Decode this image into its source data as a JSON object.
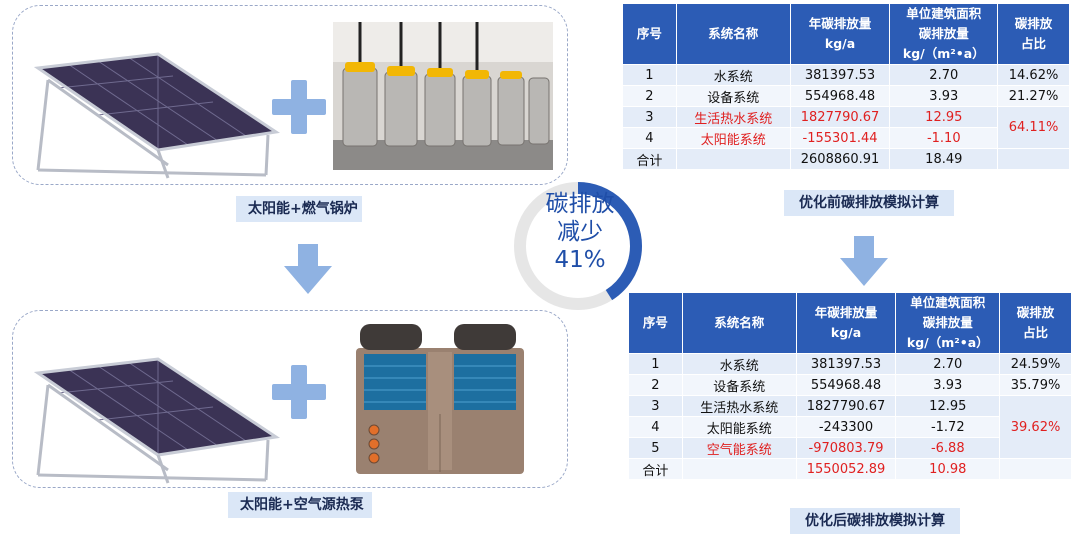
{
  "top_left": {
    "caption": "太阳能+燃气锅炉",
    "photo_left": "solar-panel-array",
    "photo_right": "gas-boiler-room"
  },
  "bottom_left": {
    "caption": "太阳能+空气源热泵",
    "photo_left": "solar-panel-array",
    "photo_right": "air-source-heat-pump"
  },
  "center_badge": {
    "line1": "碳排放",
    "line2": "减少",
    "line3": "41%",
    "reduction_percent": 41,
    "accent_color": "#2c5cb5"
  },
  "colors": {
    "header_blue": "#2c5cb5",
    "row_light": "#e4ecf8",
    "highlight_red": "#e02020",
    "caption_bg": "#dbe7f7",
    "arrow_blue": "#8fb2e2"
  },
  "table_before": {
    "caption": "优化前碳排放模拟计算",
    "headers": {
      "seq": "序号",
      "name": "系统名称",
      "annual_1": "年碳排放量",
      "annual_2": "kg/a",
      "unit_1": "单位建筑面积",
      "unit_2": "碳排放量",
      "unit_3": "kg/（m²•a）",
      "share_1": "碳排放",
      "share_2": "占比"
    },
    "rows": [
      {
        "seq": "1",
        "name": "水系统",
        "annual": "381397.53",
        "unit": "2.70",
        "share": "14.62%"
      },
      {
        "seq": "2",
        "name": "设备系统",
        "annual": "554968.48",
        "unit": "3.93",
        "share": "21.27%"
      },
      {
        "seq": "3",
        "name": "生活热水系统",
        "annual": "1827790.67",
        "unit": "12.95"
      },
      {
        "seq": "4",
        "name": "太阳能系统",
        "annual": "-155301.44",
        "unit": "-1.10"
      }
    ],
    "merged_share": "64.11%",
    "total": {
      "label": "合计",
      "annual": "2608860.91",
      "unit": "18.49"
    }
  },
  "table_after": {
    "caption": "优化后碳排放模拟计算",
    "headers": {
      "seq": "序号",
      "name": "系统名称",
      "annual_1": "年碳排放量",
      "annual_2": "kg/a",
      "unit_1": "单位建筑面积",
      "unit_2": "碳排放量",
      "unit_3": "kg/（m²•a）",
      "share_1": "碳排放",
      "share_2": "占比"
    },
    "rows": [
      {
        "seq": "1",
        "name": "水系统",
        "annual": "381397.53",
        "unit": "2.70",
        "share": "24.59%"
      },
      {
        "seq": "2",
        "name": "设备系统",
        "annual": "554968.48",
        "unit": "3.93",
        "share": "35.79%"
      },
      {
        "seq": "3",
        "name": "生活热水系统",
        "annual": "1827790.67",
        "unit": "12.95"
      },
      {
        "seq": "4",
        "name": "太阳能系统",
        "annual": "-243300",
        "unit": "-1.72"
      },
      {
        "seq": "5",
        "name": "空气能系统",
        "annual": "-970803.79",
        "unit": "-6.88"
      }
    ],
    "merged_share": "39.62%",
    "total": {
      "label": "合计",
      "annual": "1550052.89",
      "unit": "10.98"
    }
  }
}
